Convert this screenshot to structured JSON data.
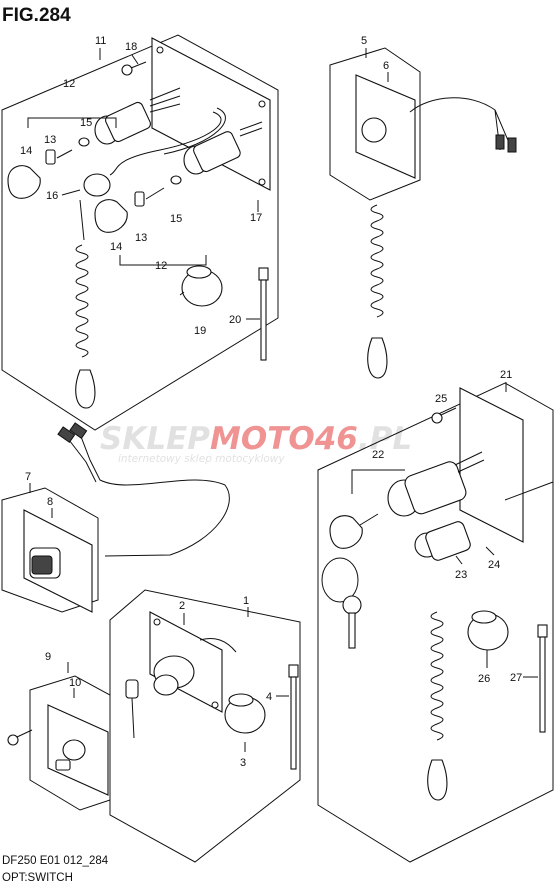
{
  "figure": {
    "title": "FIG.284"
  },
  "footer": {
    "model_code": "DF250 E01 012_284",
    "section": "OPT:SWITCH"
  },
  "watermark": {
    "brand": "SKLEPMOTO46.PL",
    "tagline": "internetowy sklep motocyklowy"
  },
  "callouts": [
    "1",
    "2",
    "3",
    "4",
    "5",
    "6",
    "7",
    "8",
    "9",
    "10",
    "11",
    "12",
    "12",
    "13",
    "13",
    "14",
    "14",
    "15",
    "15",
    "16",
    "17",
    "18",
    "19",
    "20",
    "21",
    "22",
    "23",
    "24",
    "25",
    "26",
    "27"
  ],
  "colors": {
    "ink": "#111111",
    "watermark_red": "#e23b3b",
    "watermark_grey": "#c9c9c9"
  }
}
